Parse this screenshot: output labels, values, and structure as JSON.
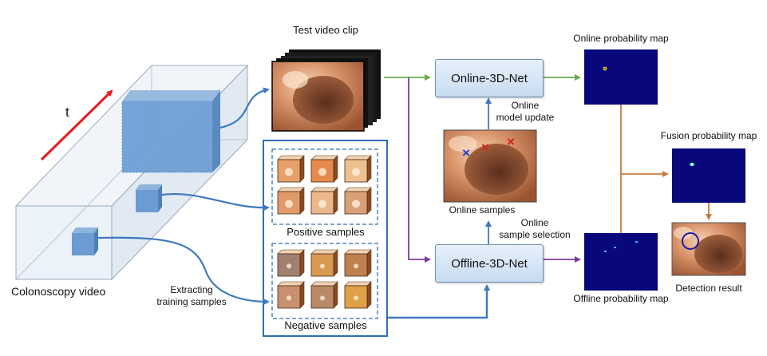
{
  "labels": {
    "t": "t",
    "colonoscopy_video": "Colonoscopy video",
    "test_video_clip": "Test video clip",
    "extracting_line1": "Extracting",
    "extracting_line2": "training samples",
    "positive_samples": "Positive samples",
    "negative_samples": "Negative samples",
    "online_net": "Online-3D-Net",
    "offline_net": "Offline-3D-Net",
    "model_update_line1": "Online",
    "model_update_line2": "model update",
    "online_samples": "Online samples",
    "sample_selection_line1": "Online",
    "sample_selection_line2": "sample selection",
    "online_map": "Online probability map",
    "fusion_map": "Fusion probability map",
    "offline_map": "Offline probability map",
    "detection_result": "Detection result"
  },
  "colors": {
    "time_arrow": "#e8191c",
    "blue_arrow": "#3f78c0",
    "green_arrow": "#6aac46",
    "purple_arrow": "#7a3aa0",
    "orange_arrow": "#c87b3b",
    "map_background": "#08087c",
    "cube": "#6b9bd1",
    "sample_box_border": "#2e6fb5"
  },
  "markers": [
    {
      "symbol": "×",
      "color": "#1a3ad8"
    },
    {
      "symbol": "×",
      "color": "#d42020"
    },
    {
      "symbol": "×",
      "color": "#d42020"
    }
  ]
}
